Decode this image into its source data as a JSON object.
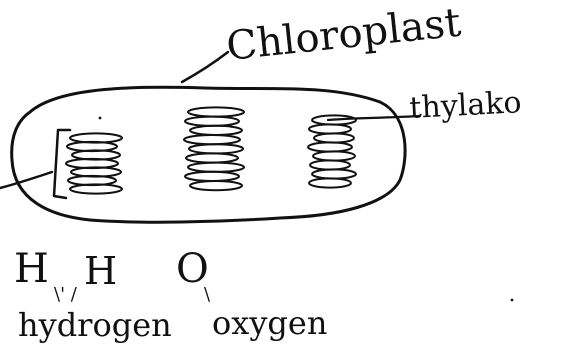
{
  "labels": {
    "chloroplast": "Chloroplast",
    "thylakoid": "thylako",
    "h_left": "H",
    "h_right": "H",
    "o": "O",
    "tick_marks": "\\' /",
    "hydrogen": "hydrogen",
    "o_tick": "\\",
    "oxygen": "oxygen"
  },
  "thylakoid_stacks": [
    {
      "discs": 7
    },
    {
      "discs": 9
    },
    {
      "discs": 8
    }
  ],
  "colors": {
    "ink": "#111111",
    "background": "#ffffff"
  }
}
